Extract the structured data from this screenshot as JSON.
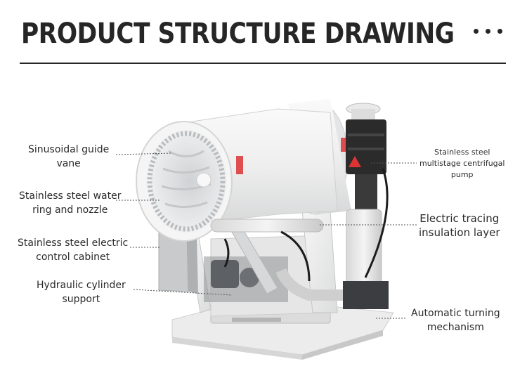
{
  "header": {
    "title": "PRODUCT STRUCTURE DRAWING",
    "more_icon": "ellipsis-icon"
  },
  "labels": {
    "guide_vane": [
      "Sinusoidal guide",
      "vane"
    ],
    "water_ring": [
      "Stainless steel water",
      "ring and nozzle"
    ],
    "control_cabinet": [
      "Stainless steel electric",
      "control cabinet"
    ],
    "cylinder_support": [
      "Hydraulic cylinder",
      "support"
    ],
    "pump": [
      "Stainless steel",
      "multistage centrifugal",
      "pump"
    ],
    "tracing": [
      "Electric tracing",
      "insulation layer"
    ],
    "turning": [
      "Automatic turning",
      "mechanism"
    ]
  },
  "colors": {
    "text": "#2a2a2a",
    "rule": "#262626",
    "leader": "#555555",
    "machine_white": "#f1f2f2",
    "motor_black": "#2b2b2b"
  }
}
